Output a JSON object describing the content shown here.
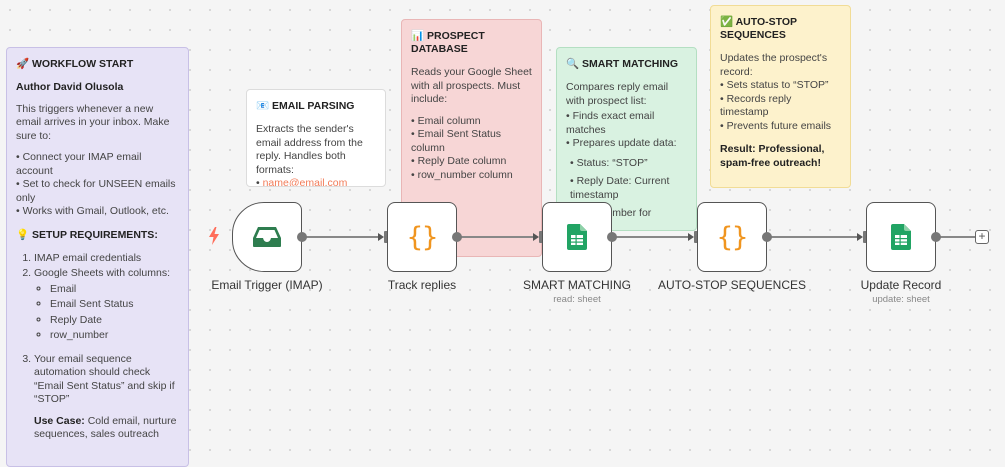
{
  "notes": {
    "workflow_start": {
      "title": "🚀 WORKFLOW START",
      "author": "Author David Olusola",
      "intro": "This triggers whenever a new email arrives in your inbox. Make sure to:",
      "bullets": [
        "Connect your IMAP email account",
        "Set to check for UNSEEN emails only",
        "Works with Gmail, Outlook, etc."
      ],
      "setup_title": "💡 SETUP REQUIREMENTS:",
      "req1": "IMAP email credentials",
      "req2": "Google Sheets with columns:",
      "columns": [
        "Email",
        "Email Sent Status",
        "Reply Date",
        "row_number"
      ],
      "req3": "Your email sequence automation should check “Email Sent Status” and skip if “STOP”",
      "use_case_label": "Use Case:",
      "use_case_text": " Cold email, nurture sequences, sales outreach"
    },
    "email_parsing": {
      "title": "📧 EMAIL PARSING",
      "text": "Extracts the sender's email address from the reply. Handles both formats:",
      "example": "name@email.com"
    },
    "prospect_db": {
      "title": "📊 PROSPECT DATABASE",
      "text": "Reads your Google Sheet with all prospects. Must include:",
      "bullets": [
        "Email column",
        "Email Sent Status column",
        "Reply Date column",
        "row_number column"
      ]
    },
    "smart_matching": {
      "title": "🔍 SMART MATCHING",
      "text": "Compares reply email with prospect list:",
      "bullets": [
        "Finds exact email matches",
        "Prepares update data:"
      ],
      "sub_bullets": [
        "Status: “STOP”",
        "Reply Date: Current timestamp",
        "Row number for updating"
      ]
    },
    "auto_stop": {
      "title": "✅ AUTO-STOP SEQUENCES",
      "text": "Updates the prospect's record:",
      "bullets": [
        "Sets status to “STOP”",
        "Records reply timestamp",
        "Prevents future emails"
      ],
      "result": "Result: Professional, spam-free outreach!"
    }
  },
  "nodes": {
    "email_trigger": {
      "label": "Email Trigger (IMAP)"
    },
    "track_replies": {
      "label": "Track replies"
    },
    "smart_matching": {
      "label": "SMART MATCHING",
      "sub": "read: sheet"
    },
    "auto_stop": {
      "label": "AUTO-STOP SEQUENCES"
    },
    "update_record": {
      "label": "Update Record",
      "sub": "update: sheet"
    }
  },
  "colors": {
    "sheets_green": "#21a464",
    "code_orange": "#f0951f",
    "trigger_red": "#ff6d5a",
    "inbox_green": "#2e7d4f"
  },
  "icons": {
    "trigger_bolt": "lightning-icon",
    "email_trigger": "inbox-icon",
    "track_replies": "code-braces-icon",
    "smart_matching": "google-sheets-icon",
    "auto_stop": "code-braces-icon",
    "update_record": "google-sheets-icon",
    "add_node": "plus-icon"
  },
  "plus_symbol": "+"
}
